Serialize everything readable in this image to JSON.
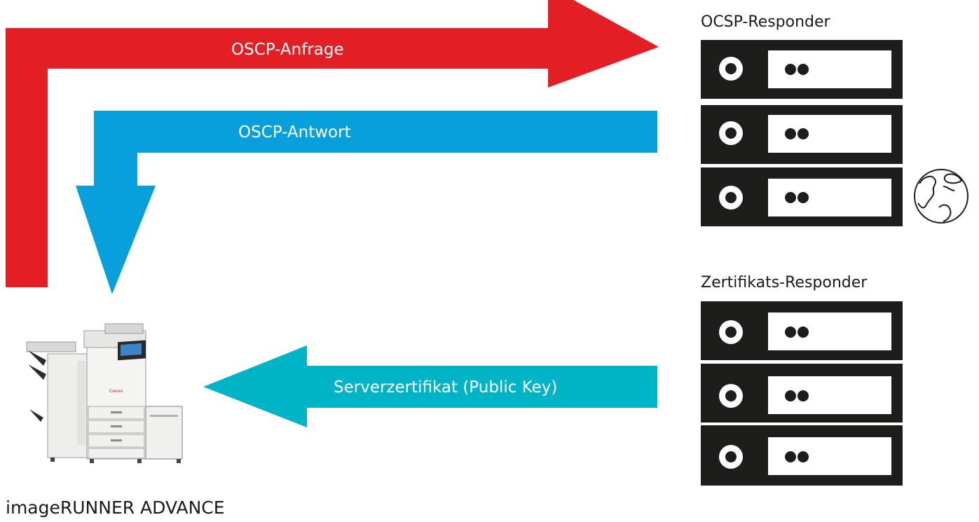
{
  "colors": {
    "request": "#e31e24",
    "response": "#07a0dd",
    "certificate": "#00b4c8",
    "server": "#1d1d1b",
    "server_slot": "#ffffff"
  },
  "arrows": {
    "request_label": "OSCP-Anfrage",
    "response_label": "OSCP-Antwort",
    "certificate_label": "Serverzertifikat (Public Key)"
  },
  "groups": {
    "ocsp_title": "OCSP-Responder",
    "cert_title": "Zertifikats-Responder"
  },
  "device": {
    "name": "imageRUNNER ADVANCE",
    "brand": "Canon"
  },
  "icons": {
    "internet": "globe-icon",
    "device": "printer-icon",
    "server": "server-icon"
  }
}
